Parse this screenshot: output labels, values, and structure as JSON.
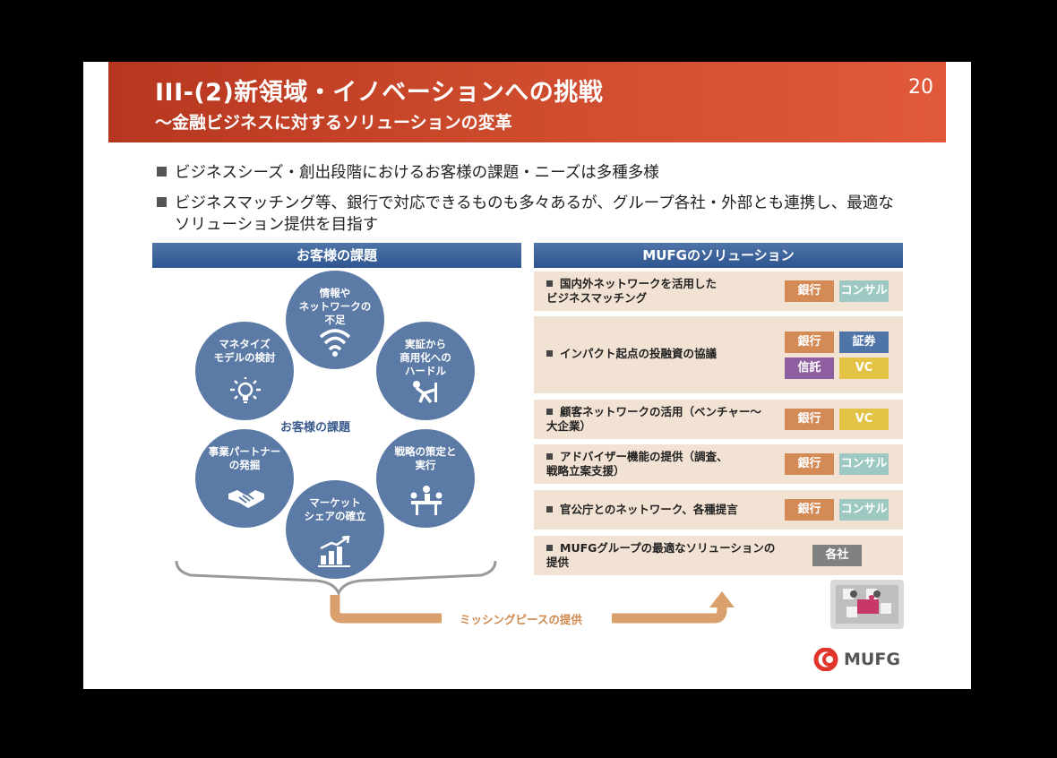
{
  "header": {
    "title": "III-(2)新領域・イノベーションへの挑戦",
    "subtitle": "～金融ビジネスに対するソリューションの変革",
    "page_number": "20"
  },
  "bullets": [
    "ビジネスシーズ・創出段階におけるお客様の課題・ニーズは多種多様",
    "ビジネスマッチング等、銀行で対応できるものも多々あるが、グループ各社・外部とも連携し、最適な",
    "ソリューション提供を目指す"
  ],
  "left_section": {
    "heading": "お客様の課題",
    "center_label": "お客様の課題",
    "circles": [
      {
        "label": "情報や\nネットワークの\n不足",
        "icon": "wifi-icon"
      },
      {
        "label": "実証から\n商用化への\nハードル",
        "icon": "hurdle-icon"
      },
      {
        "label": "戦略の策定と\n実行",
        "icon": "meeting-icon"
      },
      {
        "label": "マーケット\nシェアの確立",
        "icon": "growth-chart-icon"
      },
      {
        "label": "事業パートナー\nの発掘",
        "icon": "handshake-icon"
      },
      {
        "label": "マネタイズ\nモデルの検討",
        "icon": "lightbulb-icon"
      }
    ],
    "arrow_label": "ミッシングピースの提供"
  },
  "right_section": {
    "heading": "MUFGのソリューション",
    "rows": [
      {
        "text": "国内外ネットワークを活用した\nビジネスマッチング",
        "tags": [
          "銀行",
          "コンサル"
        ]
      },
      {
        "text": "インパクト起点の投融資の協議",
        "tags": [
          "銀行",
          "証券",
          "信託",
          "VC"
        ]
      },
      {
        "text": "顧客ネットワークの活用（ベンチャー～\n大企業）",
        "tags": [
          "銀行",
          "VC"
        ]
      },
      {
        "text": "アドバイザー機能の提供（調査、\n戦略立案支援）",
        "tags": [
          "銀行",
          "コンサル"
        ]
      },
      {
        "text": "官公庁とのネットワーク、各種提言",
        "tags": [
          "銀行",
          "コンサル"
        ]
      },
      {
        "text": "MUFGグループの最適なソリューションの\n提供",
        "tags": [
          "各社"
        ]
      }
    ],
    "puzzle_icon": "puzzle-icon"
  },
  "logo": {
    "text": "MUFG"
  },
  "colors": {
    "banner": "#c8432a",
    "circle": "#5b7aa5",
    "row_bg": "#f2e2d3",
    "tag_bank": "#d48a55",
    "tag_consult": "#9ec9c3",
    "tag_securities": "#4f74a8",
    "tag_trust": "#8e5fa0",
    "tag_vc": "#e3c245",
    "tag_group": "#808080",
    "arrow": "#d9a06e"
  }
}
